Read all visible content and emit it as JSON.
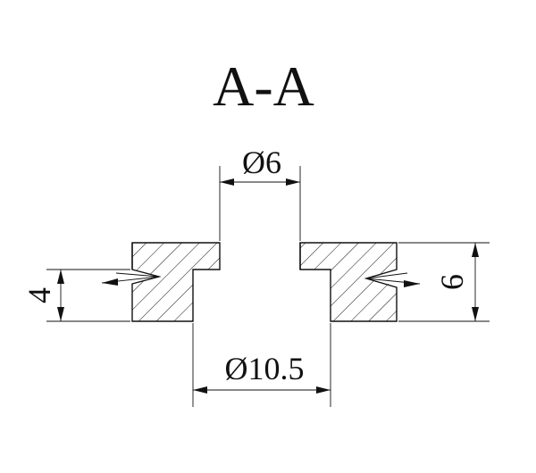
{
  "section": {
    "title": "A-A"
  },
  "dimensions": {
    "top_bore": "Ø6",
    "bottom_bore": "Ø10.5",
    "left_height": "4",
    "right_height": "6"
  }
}
